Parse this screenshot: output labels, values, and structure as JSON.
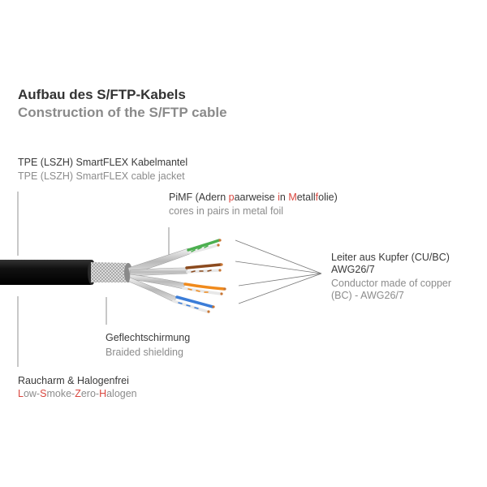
{
  "title": {
    "de": "Aufbau des S/FTP-Kabels",
    "en": "Construction of the S/FTP cable"
  },
  "labels": {
    "jacket": {
      "de": "TPE (LSZH) SmartFLEX Kabelmantel",
      "en": "TPE (LSZH) SmartFLEX cable jacket"
    },
    "pimf": {
      "de_parts": [
        "PiMF (Adern ",
        "p",
        "aarweise ",
        "i",
        "n ",
        "M",
        "etall",
        "f",
        "olie)"
      ],
      "en": "cores in pairs in metal foil"
    },
    "conductor": {
      "de_line1": "Leiter aus Kupfer (CU/BC)",
      "de_line2": "AWG26/7",
      "en_line1": "Conductor made of copper",
      "en_line2": "(BC) - AWG26/7"
    },
    "shield": {
      "de": "Geflechtschirmung",
      "en": "Braided shielding"
    },
    "lszh": {
      "de": "Raucharm & Halogenfrei",
      "en_parts": [
        "L",
        "ow-",
        "S",
        "moke-",
        "Z",
        "ero-",
        "H",
        "alogen"
      ]
    }
  },
  "colors": {
    "jacket": "#111111",
    "accent_red": "#d9463e",
    "pair_green": "#4caf50",
    "pair_brown": "#8b4a1e",
    "pair_orange": "#f08a1c",
    "pair_blue": "#3b7dd8",
    "copper": "#c87533"
  }
}
